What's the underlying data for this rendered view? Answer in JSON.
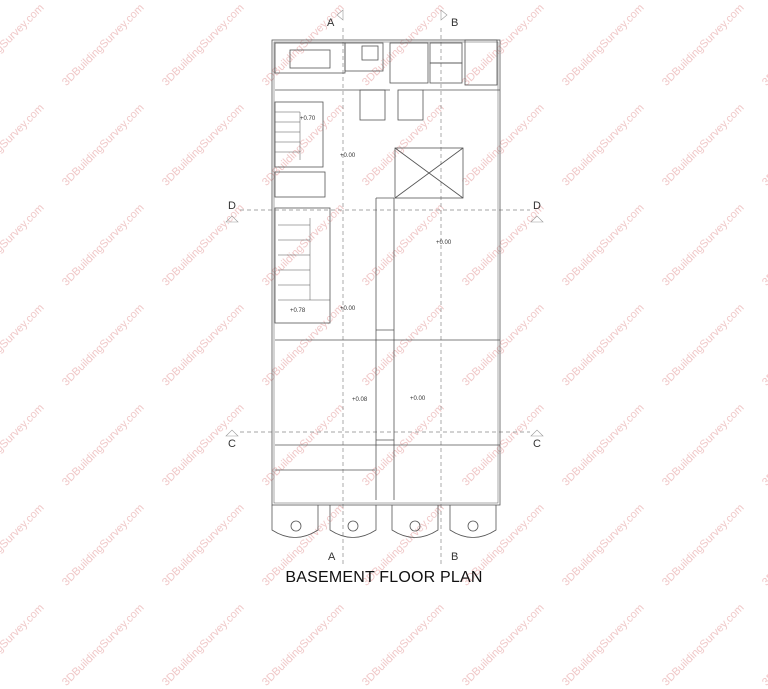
{
  "drawing": {
    "title": "BASEMENT FLOOR PLAN",
    "watermark": "3DBuildingSurvey.com",
    "grid_labels": {
      "top": [
        "A",
        "B"
      ],
      "bottom": [
        "A",
        "B"
      ],
      "left": [
        "D",
        "C"
      ],
      "right": [
        "D",
        "C"
      ]
    },
    "elevations": [
      "+0.70",
      "+0.00",
      "+0.00",
      "+0.78",
      "+0.00",
      "+0.08",
      "+0.00"
    ],
    "colors": {
      "line": "#555555",
      "grid": "#888888",
      "watermark": "#f0c8c8",
      "background": "#ffffff"
    }
  }
}
